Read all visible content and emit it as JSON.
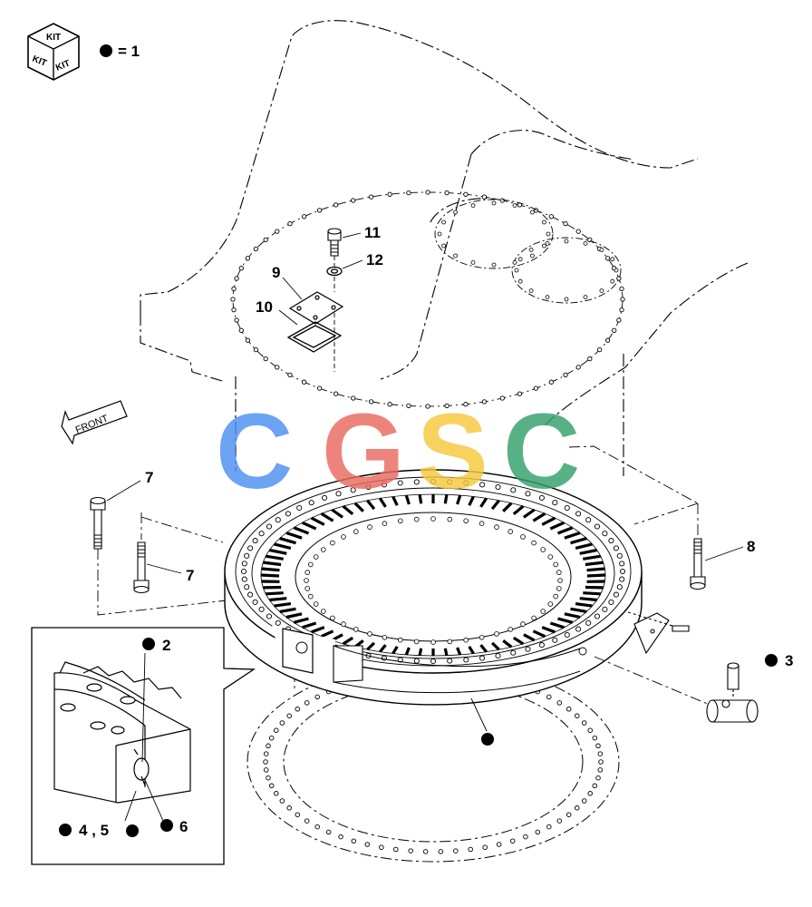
{
  "legend": {
    "kit_faces": [
      "KIT",
      "KIT",
      "KIT"
    ],
    "equals_text": "= 1"
  },
  "direction_label": "FRONT",
  "watermark": {
    "letters": [
      "C",
      "G",
      "S",
      "C"
    ],
    "colors": [
      "#4d8ff0",
      "#ea6a5f",
      "#f6c93c",
      "#33a06a"
    ]
  },
  "callouts": {
    "c11": "11",
    "c12": "12",
    "c9": "9",
    "c10": "10",
    "c7a": "7",
    "c7b": "7",
    "c8": "8",
    "c3": "3",
    "c2": "2",
    "c45": "4 , 5",
    "c6": "6"
  }
}
